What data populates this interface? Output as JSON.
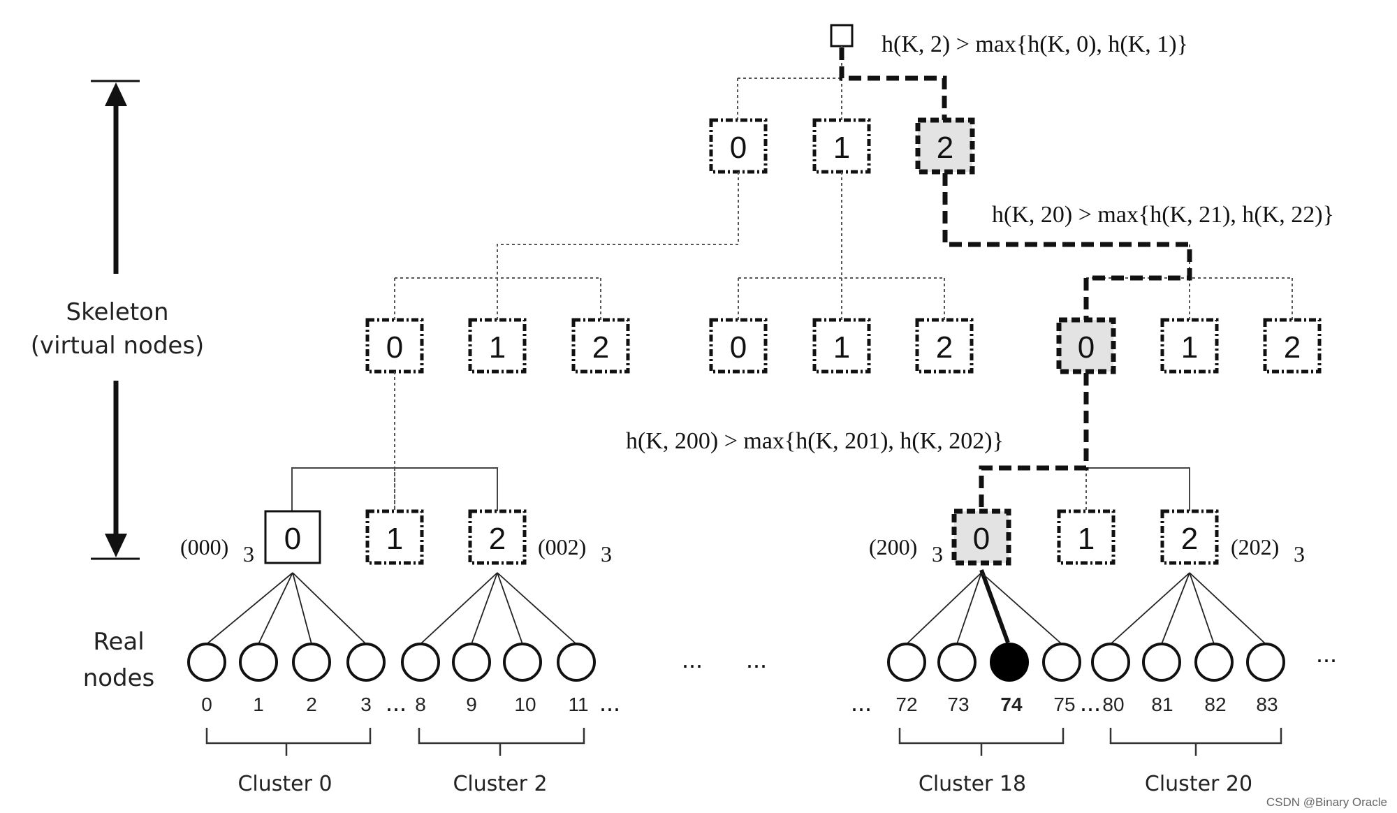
{
  "labels": {
    "skeleton_1": "Skeleton",
    "skeleton_2": "(virtual nodes)",
    "real_1": "Real",
    "real_2": "nodes"
  },
  "formulas": {
    "f_root": "h(K, 2) > max{h(K, 0), h(K, 1)}",
    "f_level1": "h(K, 20) > max{h(K, 21), h(K, 22)}",
    "f_level2": "h(K, 200) > max{h(K, 201), h(K, 202)}"
  },
  "codes": {
    "c000": "(000)",
    "c002": "(002)",
    "c200": "(200)",
    "c202": "(202)",
    "sub": "3"
  },
  "tree": {
    "level1": [
      "0",
      "1",
      "2"
    ],
    "level2": [
      "0",
      "1",
      "2",
      "0",
      "1",
      "2",
      "0",
      "1",
      "2"
    ],
    "level3": [
      "0",
      "1",
      "2",
      "0",
      "1",
      "2"
    ]
  },
  "real_nodes": {
    "cluster_a": [
      "0",
      "1",
      "2",
      "3"
    ],
    "cluster_b": [
      "8",
      "9",
      "10",
      "11"
    ],
    "cluster_c": [
      "72",
      "73",
      "74",
      "75"
    ],
    "cluster_d": [
      "80",
      "81",
      "82",
      "83"
    ],
    "selected": "74"
  },
  "clusters": [
    "Cluster 0",
    "Cluster 2",
    "Cluster 18",
    "Cluster 20"
  ],
  "ellipses": {
    "after_3": "...",
    "after_11": "...",
    "before_72": "...",
    "after_75": "...",
    "mid_1": "...",
    "mid_2": "...",
    "right": "..."
  },
  "watermark": "CSDN @Binary Oracle"
}
